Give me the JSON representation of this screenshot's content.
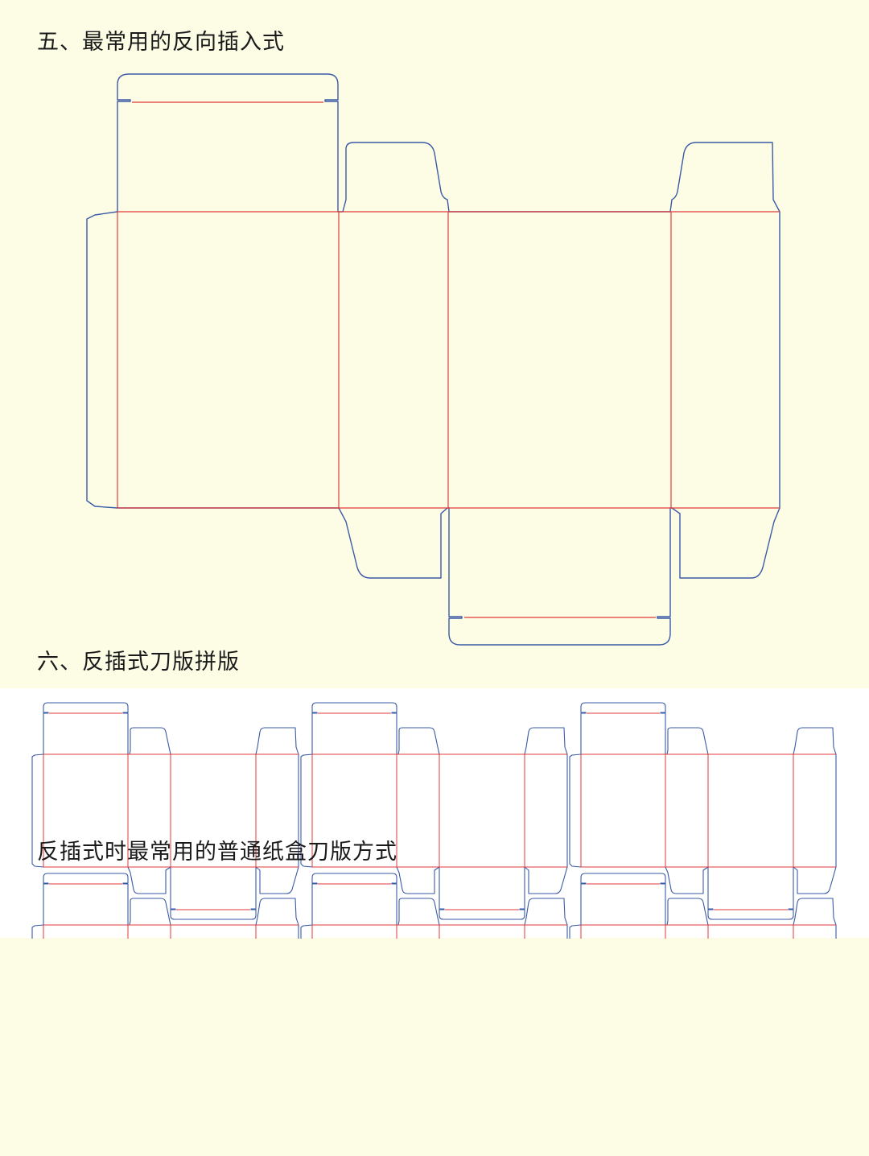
{
  "section_five": {
    "title": "五、最常用的反向插入式"
  },
  "section_six": {
    "title": "六、反插式刀版拼版"
  },
  "caption": {
    "text": "反插式时最常用的普通纸盒刀版方式"
  },
  "colors": {
    "background": "#fdfde6",
    "panel_background": "#ffffff",
    "cut_line": "#3b5aa6",
    "crease_line": "#e03a3a"
  }
}
